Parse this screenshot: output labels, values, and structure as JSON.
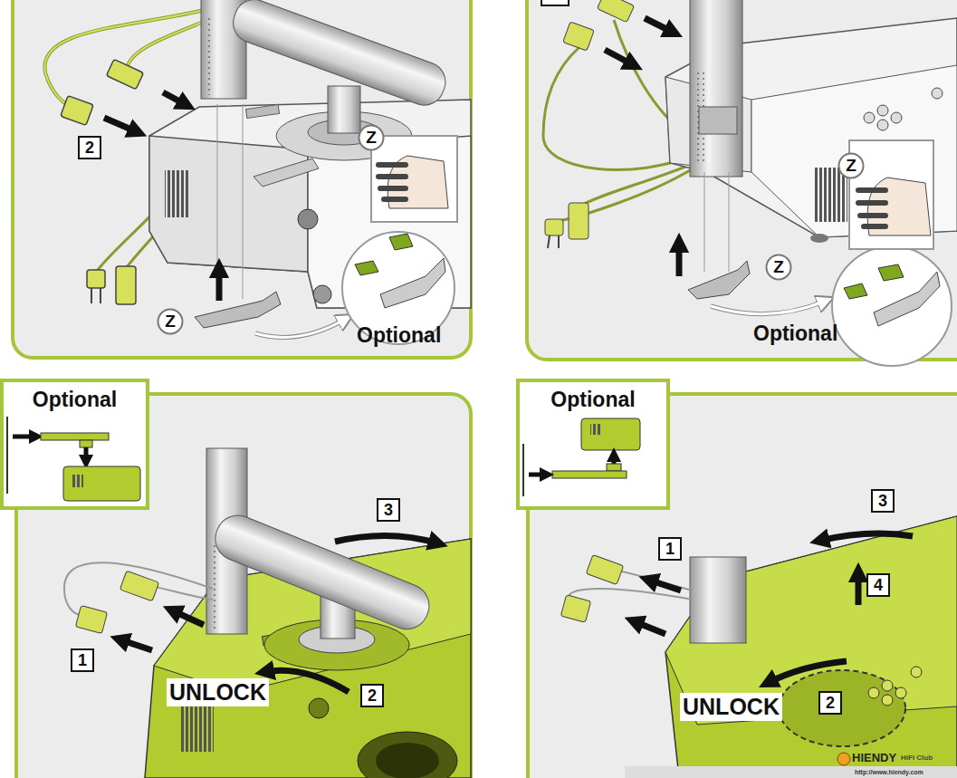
{
  "diagram": {
    "nodes": [
      {
        "text": [
          "Z"
        ]
      },
      {
        "text": [
          "2"
        ]
      },
      {
        "text": [
          "Z"
        ]
      },
      {
        "text": [
          "Z"
        ]
      },
      {
        "text": [
          "Z"
        ]
      },
      {
        "text": [
          "Optional"
        ]
      },
      {
        "text": [
          "3"
        ]
      },
      {
        "text": [
          "1"
        ]
      },
      {
        "text": [
          "2"
        ]
      },
      {
        "text": [
          "Optional"
        ]
      },
      {
        "text": [
          "1"
        ]
      },
      {
        "text": [
          "3"
        ]
      },
      {
        "text": [
          "4"
        ]
      },
      {
        "text": [
          "2"
        ]
      }
    ],
    "labels": [
      "Optional",
      "Optional",
      "UNLOCK",
      "UNLOCK",
      "HIENDY",
      "HiFi Club",
      "http://www.hiendy.com"
    ]
  }
}
